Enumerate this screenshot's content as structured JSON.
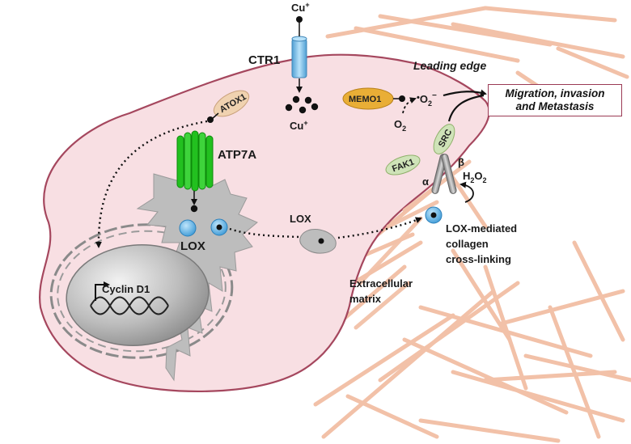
{
  "ions": {
    "cu_top": "Cu",
    "cu_top_sup": "+",
    "cu_inside": "Cu",
    "cu_inside_sup": "+"
  },
  "labels": {
    "ctr1": "CTR1",
    "leading_edge": "Leading edge",
    "memo1": "MEMO1",
    "superoxide_base": "O",
    "superoxide_sub": "2",
    "superoxide_sup": "−",
    "oxygen_base": "O",
    "oxygen_sub": "2",
    "atox1": "ATOX1",
    "atp7a": "ATP7A",
    "src": "SRC",
    "fak1": "FAK1",
    "alpha": "α",
    "beta": "β",
    "h2o2_h": "H",
    "h2o2_sub1": "2",
    "h2o2_o": "O",
    "h2o2_sub2": "2",
    "lox_golgi": "LOX",
    "lox_vesicle": "LOX",
    "lox_mediated_line1": "LOX-mediated",
    "lox_mediated_line2": "collagen",
    "lox_mediated_line3": "cross-linking",
    "ecm_line1": "Extracellular",
    "ecm_line2": "matrix",
    "cyclin": "Cyclin D1"
  },
  "callout": {
    "line1": "Migration, invasion",
    "line2": "and Metastasis"
  },
  "colors": {
    "cell_fill": "#f8dfe3",
    "cell_stroke": "#a5475e",
    "collagen": "#f2c1a8",
    "golgi": "#bdbdbd",
    "atp7a": "#22c01f",
    "ctr1": "#7fc3ea",
    "memo1": "#e9ae36",
    "atox1": "#f0d2b0",
    "integrin_pill": "#cfe3b8",
    "vesicle": "#5ab4e4",
    "callout_border": "#9b3a55"
  }
}
